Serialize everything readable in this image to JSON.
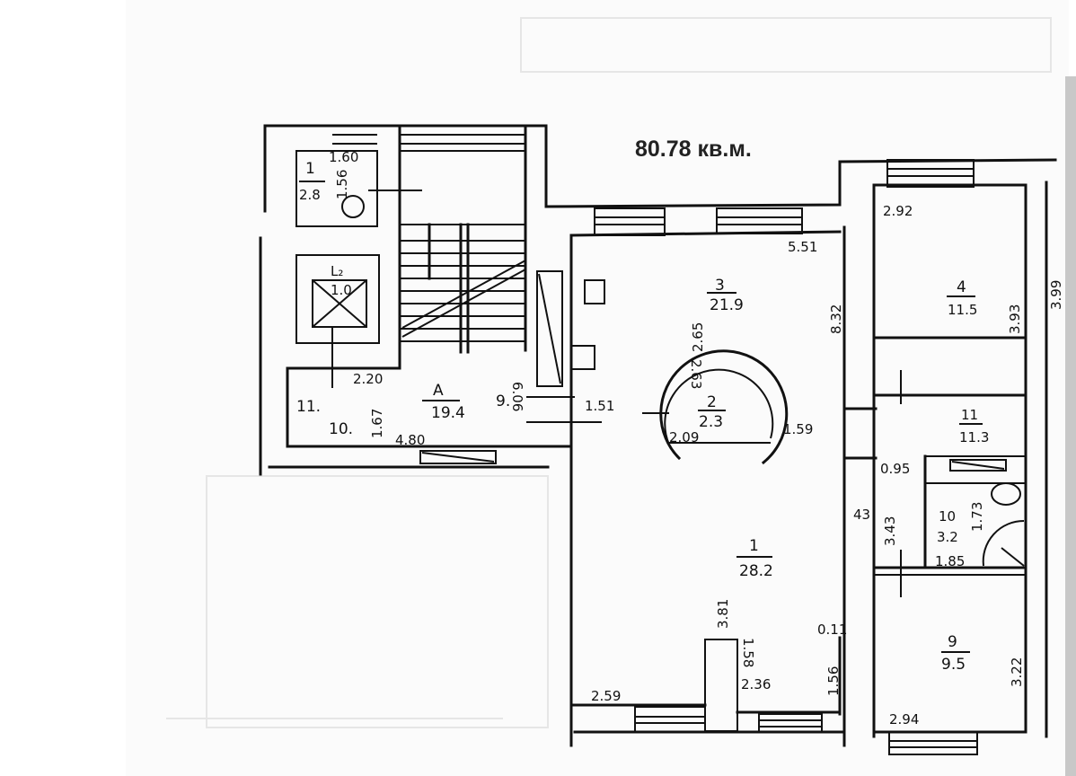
{
  "title": "80.78 кв.м.",
  "rooms": {
    "stair_closet": {
      "number": "1",
      "area": "2.8"
    },
    "lift": {
      "number": "L₂",
      "area": "1.0"
    },
    "hall_A": {
      "number": "A",
      "area": "19.4"
    },
    "landing_numbers": [
      "9.",
      "10.",
      "11."
    ],
    "room_3": {
      "number": "3",
      "area": "21.9"
    },
    "room_2": {
      "number": "2",
      "area": "2.3"
    },
    "room_1": {
      "number": "1",
      "area": "28.2"
    },
    "room_4": {
      "number": "4",
      "area": "11.5"
    },
    "room_11": {
      "number": "11",
      "area": "11.3"
    },
    "room_10": {
      "number": "10",
      "area": "3.2"
    },
    "room_9": {
      "number": "9",
      "area": "9.5"
    }
  },
  "dimensions": {
    "d160": "1.60",
    "d156a": "1.56",
    "d220": "2.20",
    "d606": "6.06",
    "d167": "1.67",
    "d480": "4.80",
    "d551": "5.51",
    "d832": "8.32",
    "d265": "2.65",
    "d263": "2.63",
    "d151": "1.51",
    "d159": "1.59",
    "d209": "2.09",
    "d381": "3.81",
    "d158": "1.58",
    "d236": "2.36",
    "d259": "2.59",
    "d011": "0.11",
    "d156b": "1.56",
    "d292": "2.92",
    "d393": "3.93",
    "d399": "3.99",
    "d095": "0.95",
    "d343": "3.43",
    "d43": "43",
    "d173": "1.73",
    "d185": "1.85",
    "d322": "3.22",
    "d294": "2.94"
  }
}
